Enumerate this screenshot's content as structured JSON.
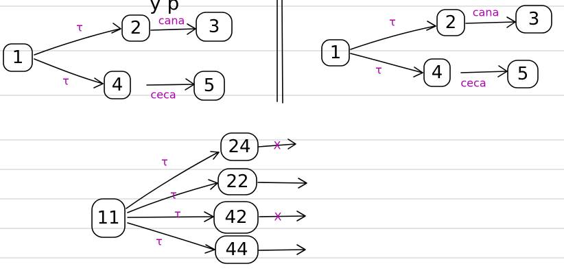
{
  "colors": {
    "ink": "#000000",
    "label_ink": "#b000b0",
    "ruled_line": "#c8c8c8",
    "paper": "#ffffff"
  },
  "header_fragment": "y p",
  "left_diagram": {
    "nodes": [
      "1",
      "2",
      "3",
      "4",
      "5"
    ],
    "edge_labels": [
      "τ",
      "τ",
      "cana",
      "ceca"
    ]
  },
  "right_diagram": {
    "nodes": [
      "1",
      "2",
      "3",
      "4",
      "5"
    ],
    "edge_labels": [
      "τ",
      "τ",
      "cana",
      "ceca"
    ]
  },
  "bottom_diagram": {
    "root": "11",
    "nodes": [
      "24",
      "22",
      "42",
      "44"
    ],
    "edge_labels": [
      "τ",
      "τ",
      "τ",
      "τ"
    ],
    "crossed_marks": [
      "X",
      "X"
    ]
  }
}
